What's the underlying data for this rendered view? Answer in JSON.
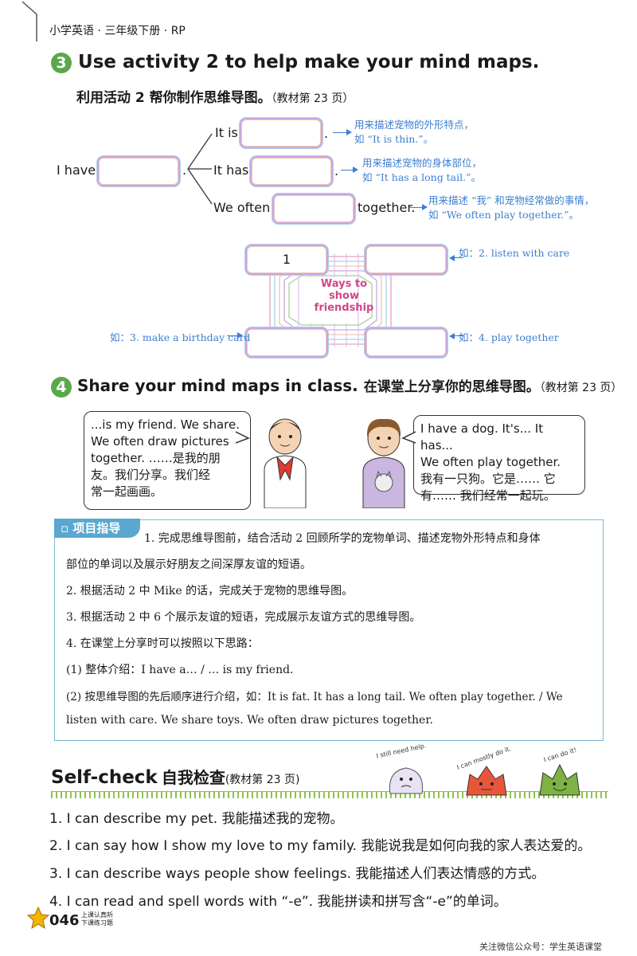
{
  "header": {
    "book": "小学英语 · 三年级下册 · RP"
  },
  "section3": {
    "number": "3",
    "title": "Use activity 2 to help make your mind maps.",
    "subtitle": "利用活动 2 帮你制作思维导图。",
    "ref": "（教材第 23 页）",
    "map1": {
      "root": "I have",
      "branch1": "It is",
      "branch2": "It has",
      "branch3": "We often",
      "branch3_end": "together.",
      "note1_line1": "用来描述宠物的外形特点，",
      "note1_line2": "如 “It is thin.”。",
      "note2_line1": "用来描述宠物的身体部位，",
      "note2_line2": "如 “It has a long tail.”。",
      "note3_line1": "用来描述 “我” 和宠物经常做的事情，",
      "note3_line2": "如 “We often play together.”。"
    },
    "map2": {
      "center_line1": "Ways to",
      "center_line2": "show",
      "center_line3": "friendship",
      "box1": "1",
      "hint2": "如：2. listen with care",
      "hint3": "如：3. make a birthday card",
      "hint4": "如：4. play together"
    }
  },
  "section4": {
    "number": "4",
    "title": "Share your mind maps in class.",
    "title_cn": "在课堂上分享你的思维导图。",
    "ref": "（教材第 23 页）",
    "bubble_left": [
      "...is my friend. We share.",
      "We often draw pictures",
      "together. ……是我的朋",
      "友。我们分享。我们经",
      "常一起画画。"
    ],
    "bubble_right": [
      "I have a dog. It's... It has...",
      "We often play together.",
      "我有一只狗。它是…… 它",
      "有…… 我们经常一起玩。"
    ]
  },
  "guide": {
    "label": "项目指导",
    "lines": [
      "1. 完成思维导图前，结合活动 2 回顾所学的宠物单词、描述宠物外形特点和身体",
      "部位的单词以及展示好朋友之间深厚友谊的短语。",
      "2. 根据活动 2 中 Mike 的话，完成关于宠物的思维导图。",
      "3. 根据活动 2 中 6 个展示友谊的短语，完成展示友谊方式的思维导图。",
      "4. 在课堂上分享时可以按照以下思路：",
      "(1) 整体介绍：I have a… / … is my friend.",
      "(2) 按思维导图的先后顺序进行介绍，如：It is fat. It has a long tail. We often play together. / We",
      "listen with care. We share toys. We often draw pictures together."
    ]
  },
  "selfcheck": {
    "title": "Self-check",
    "title_cn": "自我检查",
    "ref": "(教材第 23 页)",
    "badge1": "I still need help.",
    "badge2": "I can mostly do it.",
    "badge3": "I can do it!",
    "items": [
      "1. I can describe my pet. 我能描述我的宠物。",
      "2. I can say how I show my love to my family. 我能说我是如何向我的家人表达爱的。",
      "3. I can describe ways people show feelings. 我能描述人们表达情感的方式。",
      "4. I can read and spell words with “-e”. 我能拼读和拼写含“-e”的单词。"
    ]
  },
  "footer": {
    "page": "046",
    "slogan_line1": "上课认真听",
    "slogan_line2": "下课练习题",
    "wechat": "关注微信公众号：学生英语课堂"
  }
}
